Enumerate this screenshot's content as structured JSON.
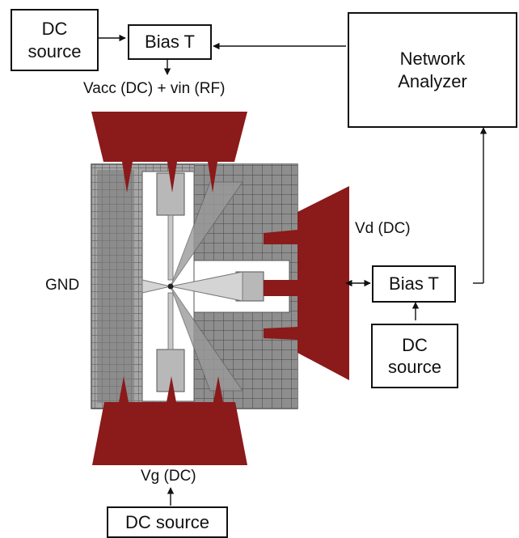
{
  "boxes": {
    "dc_source_top": {
      "line1": "DC",
      "line2": "source"
    },
    "bias_t_top": "Bias T",
    "network_analyzer": {
      "line1": "Network",
      "line2": "Analyzer"
    },
    "bias_t_right": "Bias T",
    "dc_source_right": {
      "line1": "DC",
      "line2": "source"
    },
    "dc_source_bottom": "DC source"
  },
  "labels": {
    "vacc": "Vacc (DC) + vin (RF)",
    "vd": "Vd (DC)",
    "gnd": "GND",
    "vg": "Vg (DC)"
  },
  "colors": {
    "electrode": "#8b1a1a",
    "chip_gray": "#b3b3b3"
  }
}
